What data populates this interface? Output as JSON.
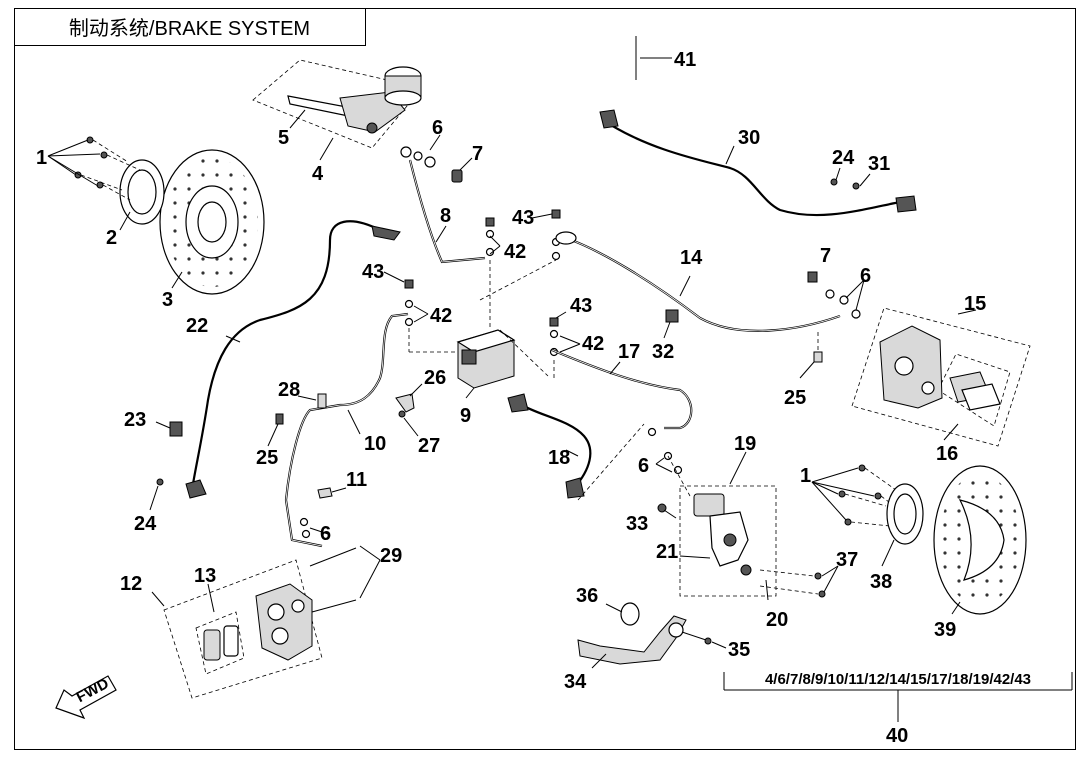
{
  "title": "制动系统/BRAKE SYSTEM",
  "fwd_label": "FWD",
  "kit_label": "4/6/7/8/9/10/11/12/14/15/17/18/19/42/43",
  "callouts": {
    "c1a": "1",
    "c1b": "1",
    "c2": "2",
    "c3": "3",
    "c4": "4",
    "c5": "5",
    "c6a": "6",
    "c6b": "6",
    "c6c": "6",
    "c6d": "6",
    "c7a": "7",
    "c7b": "7",
    "c8": "8",
    "c9": "9",
    "c10": "10",
    "c11": "11",
    "c12": "12",
    "c13": "13",
    "c14": "14",
    "c15": "15",
    "c16": "16",
    "c17": "17",
    "c18": "18",
    "c19": "19",
    "c20": "20",
    "c21": "21",
    "c22": "22",
    "c23": "23",
    "c24a": "24",
    "c24b": "24",
    "c25a": "25",
    "c25b": "25",
    "c26": "26",
    "c27": "27",
    "c28": "28",
    "c29": "29",
    "c30": "30",
    "c31": "31",
    "c32": "32",
    "c33": "33",
    "c34": "34",
    "c35": "35",
    "c36": "36",
    "c37": "37",
    "c38": "38",
    "c39": "39",
    "c40": "40",
    "c41": "41",
    "c42a": "42",
    "c42b": "42",
    "c42c": "42",
    "c43a": "43",
    "c43b": "43",
    "c43c": "43"
  }
}
